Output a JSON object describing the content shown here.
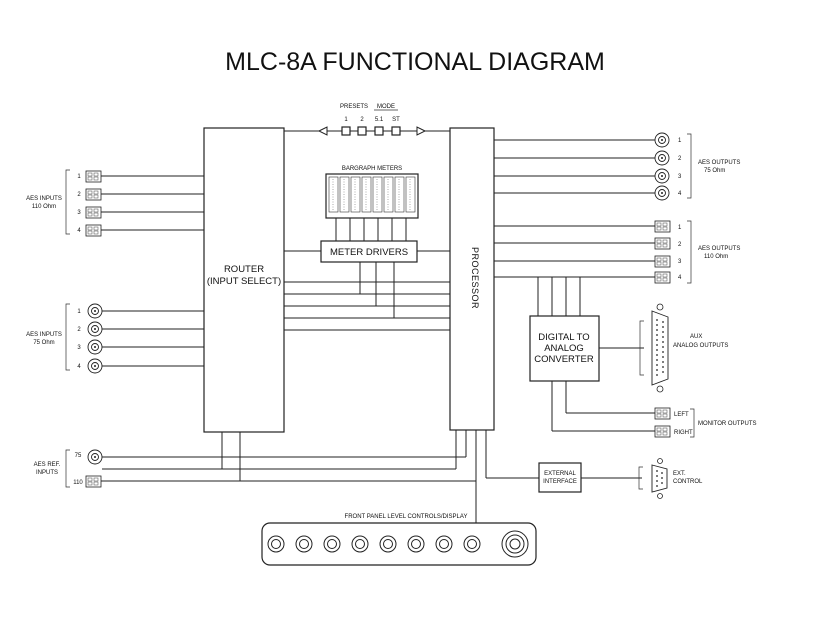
{
  "title": "MLC-8A FUNCTIONAL DIAGRAM",
  "presets": {
    "presets_label": "PRESETS",
    "mode_label": "MODE",
    "buttons": [
      "1",
      "2",
      "5.1",
      "ST"
    ]
  },
  "bargraph": {
    "label": "BARGRAPH METERS"
  },
  "meter_drivers": {
    "label": "METER DRIVERS"
  },
  "router": {
    "line1": "ROUTER",
    "line2": "(INPUT SELECT)"
  },
  "processor": {
    "label": "PROCESSOR"
  },
  "dac": {
    "line1": "DIGITAL TO",
    "line2": "ANALOG",
    "line3": "CONVERTER"
  },
  "ext_interface": {
    "line1": "EXTERNAL",
    "line2": "INTERFACE"
  },
  "aes_inputs_110": {
    "numbers": [
      "1",
      "2",
      "3",
      "4"
    ],
    "label_line1": "AES INPUTS",
    "label_line2": "110 Ohm"
  },
  "aes_inputs_75": {
    "numbers": [
      "1",
      "2",
      "3",
      "4"
    ],
    "label_line1": "AES INPUTS",
    "label_line2": "75 Ohm"
  },
  "aes_ref_inputs": {
    "label_line1": "AES REF.",
    "label_line2": "INPUTS",
    "n75": "75",
    "n110": "110"
  },
  "aes_outputs_75": {
    "numbers": [
      "1",
      "2",
      "3",
      "4"
    ],
    "label_line1": "AES OUTPUTS",
    "label_line2": "75 Ohm"
  },
  "aes_outputs_110": {
    "numbers": [
      "1",
      "2",
      "3",
      "4"
    ],
    "label_line1": "AES OUTPUTS",
    "label_line2": "110 Ohm"
  },
  "aux_outputs": {
    "label_line1": "AUX",
    "label_line2": "ANALOG OUTPUTS"
  },
  "monitor_outputs": {
    "left": "LEFT",
    "right": "RIGHT",
    "label": "MONITOR OUTPUTS"
  },
  "ext_control": {
    "label_line1": "EXT.",
    "label_line2": "CONTROL"
  },
  "front_panel": {
    "label": "FRONT PANEL LEVEL CONTROLS/DISPLAY"
  }
}
